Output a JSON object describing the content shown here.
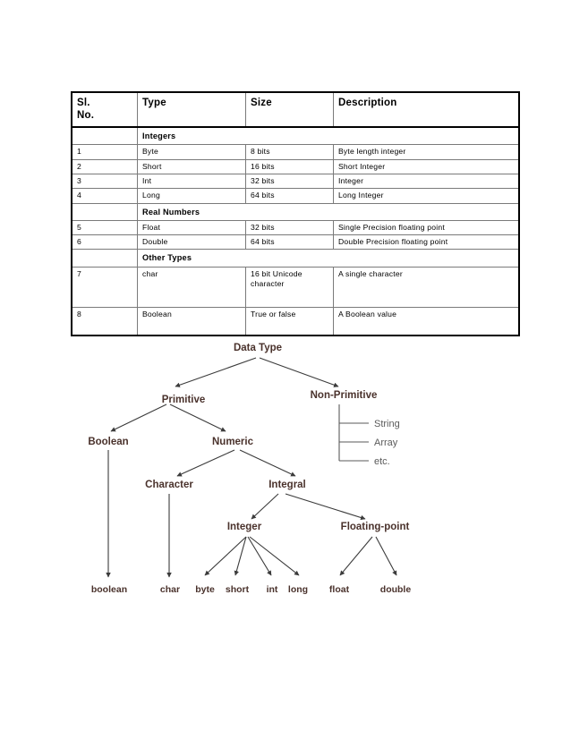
{
  "table": {
    "columns": [
      "Sl. No.",
      "Type",
      "Size",
      "Description"
    ],
    "col_no_line1": "Sl.",
    "col_no_line2": "No.",
    "groups": [
      {
        "label": "Integers"
      },
      {
        "label": "Real Numbers"
      },
      {
        "label": "Other Types"
      }
    ],
    "rows": [
      {
        "no": "1",
        "type": "Byte",
        "size": "8 bits",
        "desc": "Byte length integer"
      },
      {
        "no": "2",
        "type": "Short",
        "size": "16 bits",
        "desc": "Short Integer"
      },
      {
        "no": "3",
        "type": "Int",
        "size": "32 bits",
        "desc": "Integer"
      },
      {
        "no": "4",
        "type": "Long",
        "size": "64 bits",
        "desc": "Long Integer"
      },
      {
        "no": "5",
        "type": "Float",
        "size": "32 bits",
        "desc": "Single Precision floating point"
      },
      {
        "no": "6",
        "type": "Double",
        "size": "64 bits",
        "desc": "Double Precision floating point"
      },
      {
        "no": "7",
        "type": "char",
        "size": "16 bit Unicode character",
        "desc": "A single character"
      },
      {
        "no": "8",
        "type": "Boolean",
        "size": "True or false",
        "desc": "A Boolean value"
      }
    ]
  },
  "diagram": {
    "title": "Data Type",
    "nodes": {
      "root": "Data Type",
      "primitive": "Primitive",
      "non_primitive": "Non-Primitive",
      "boolean": "Boolean",
      "numeric": "Numeric",
      "character": "Character",
      "integral": "Integral",
      "integer": "Integer",
      "floating_point": "Floating-point"
    },
    "non_primitive_items": [
      "String",
      "Array",
      "etc."
    ],
    "leaves": [
      "boolean",
      "char",
      "byte",
      "short",
      "int",
      "long",
      "float",
      "double"
    ],
    "colors": {
      "node_text": "#4a322c",
      "branch_text": "#5a5a5a",
      "edge": "#3b3b3b"
    }
  }
}
